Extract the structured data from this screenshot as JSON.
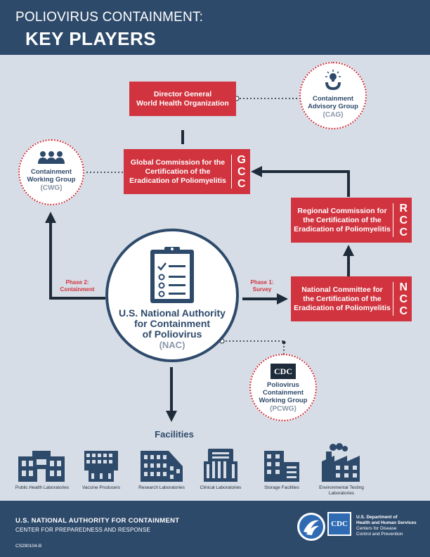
{
  "header": {
    "title_line1": "POLIOVIRUS CONTAINMENT:",
    "title_line2": "KEY PLAYERS"
  },
  "who": {
    "line1": "Director General",
    "line2": "World Health Organization"
  },
  "cag": {
    "line1": "Containment",
    "line2": "Advisory Group",
    "abbr": "(CAG)"
  },
  "gcc": {
    "line1": "Global Commission for the",
    "line2": "Certification of the",
    "line3": "Eradication of Poliomyelitis",
    "letters": [
      "G",
      "C",
      "C"
    ]
  },
  "cwg": {
    "line1": "Containment",
    "line2": "Working Group",
    "abbr": "(CWG)"
  },
  "rcc": {
    "line1": "Regional Commission for",
    "line2": "the Certification of the",
    "line3": "Eradication of Poliomyelitis",
    "letters": [
      "R",
      "C",
      "C"
    ]
  },
  "ncc": {
    "line1": "National Committee for",
    "line2": "the Certification of the",
    "line3": "Eradication of Poliomyelitis",
    "letters": [
      "N",
      "C",
      "C"
    ]
  },
  "nac": {
    "line1": "U.S. National Authority",
    "line2": "for Containment",
    "line3": "of Poliovirus",
    "abbr": "(NAC)"
  },
  "phase1": {
    "line1": "Phase 1:",
    "line2": "Survey"
  },
  "phase2": {
    "line1": "Phase 2:",
    "line2": "Containment"
  },
  "pcwg": {
    "logo": "CDC",
    "line1": "Poliovirus",
    "line2": "Containment",
    "line3": "Working Group",
    "abbr": "(PCWG)"
  },
  "facilities": {
    "label": "Facilities",
    "items": [
      {
        "label": "Public Health Laboratories",
        "icon": "public-health-laboratory-icon"
      },
      {
        "label": "Vaccine Producers",
        "icon": "vaccine-producer-icon"
      },
      {
        "label": "Research Laboratories",
        "icon": "research-laboratory-icon"
      },
      {
        "label": "Clinical Laboratories",
        "icon": "clinical-laboratory-icon"
      },
      {
        "label": "Storage Facilities",
        "icon": "storage-facility-icon"
      },
      {
        "label": "Environmental Testing Laboratories",
        "icon": "environmental-testing-laboratory-icon"
      }
    ]
  },
  "footer": {
    "line1": "U.S. NATIONAL AUTHORITY FOR CONTAINMENT",
    "line2": "CENTER FOR PREPAREDNESS AND RESPONSE",
    "code": "CS290104-B",
    "hhs": {
      "line1": "U.S. Department of",
      "line2": "Health and Human Services",
      "line3": "Centers for Disease",
      "line4": "Control and Prevention"
    },
    "cdc_logo": "CDC"
  },
  "colors": {
    "navy": "#2e4a6b",
    "red": "#d1343f",
    "background": "#d6dde6",
    "gray": "#8a97a8"
  }
}
